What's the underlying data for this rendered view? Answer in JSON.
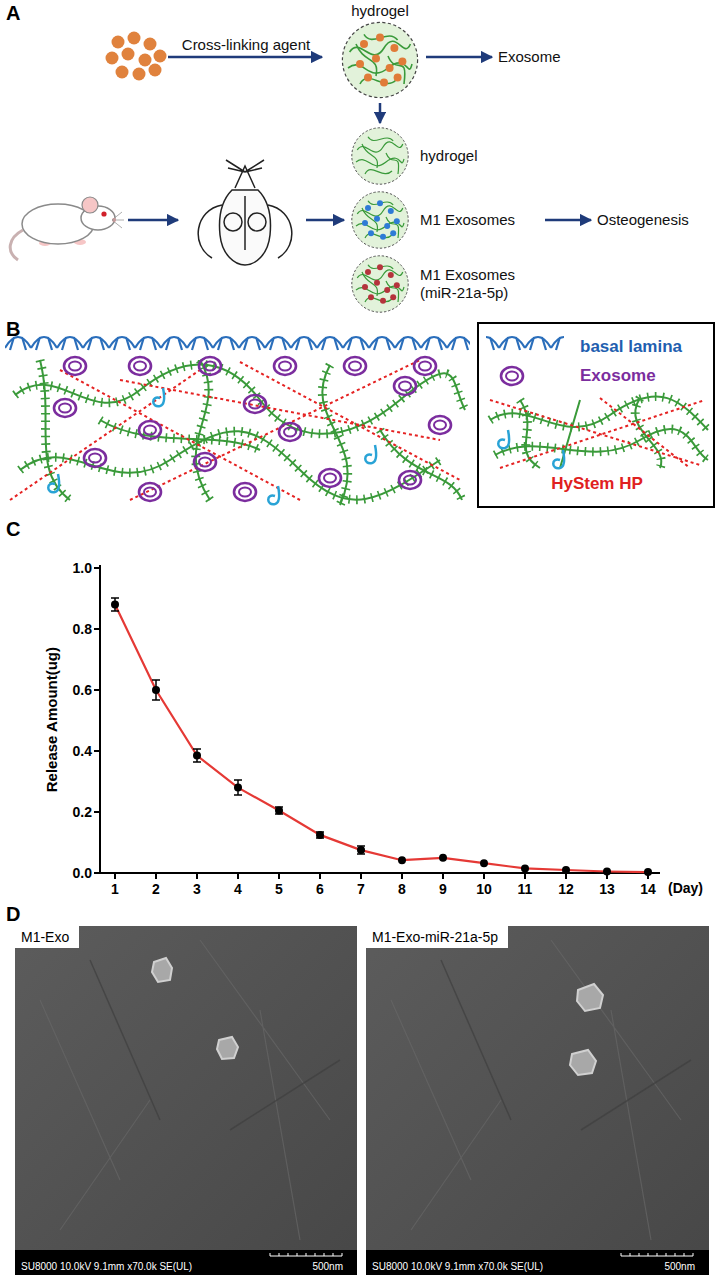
{
  "diagram": {
    "nodes": [
      {
        "text": [
          "hydrogel"
        ]
      },
      {
        "text": [
          "hydrogel"
        ]
      },
      {
        "text": [
          "M1 Exosomes"
        ]
      },
      {
        "text": [
          "M1 Exosomes (miR-21a-5p)"
        ]
      },
      {
        "text": [
          "M1-Exo",
          "SU8000 10.0kV 9.1mm x70.0k SE(UL)",
          "500nm"
        ]
      },
      {
        "text": [
          "M1-Exo-miR-21a-5p",
          "SU8000 10.0kV 9.1mm x70.0k SE(UL)",
          "500nm"
        ]
      }
    ],
    "edges": [
      {
        "from": 0,
        "to": 1,
        "arrow": "to"
      }
    ],
    "labels": [
      "A",
      "Cross-linking agent",
      "Exosome",
      "Osteogenesis",
      "B",
      "C",
      "Release Amount(ug)",
      "1.0",
      "0.8",
      "0.6",
      "0.4",
      "0.2",
      "0.0",
      "1",
      "2",
      "3",
      "4",
      "5",
      "6",
      "7",
      "8",
      "9",
      "10",
      "11",
      "12",
      "13",
      "14",
      "(Day)",
      "D"
    ],
    "legend": [
      {
        "text": "basal lamina"
      },
      {
        "text": "Exosome"
      },
      {
        "text": "HyStem HP"
      }
    ]
  }
}
